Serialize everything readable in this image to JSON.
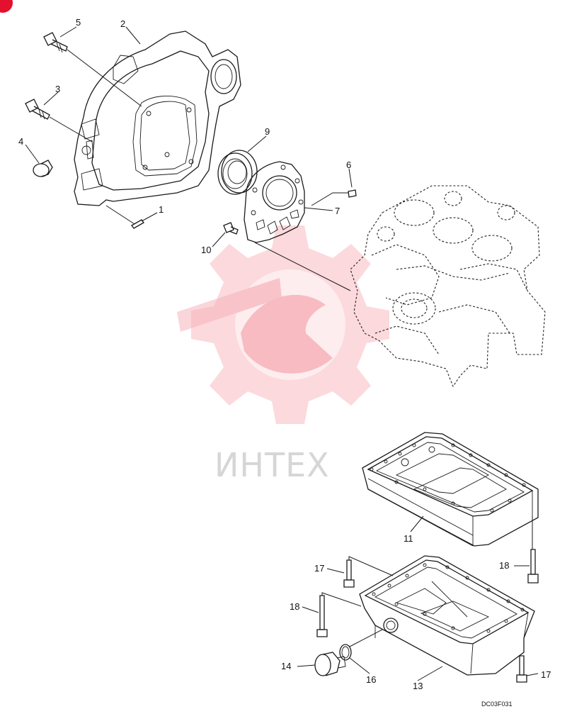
{
  "callouts": {
    "c1": "1",
    "c2": "2",
    "c3": "3",
    "c4": "4",
    "c5": "5",
    "c6": "6",
    "c7": "7",
    "c8": "9",
    "c9": "10",
    "c10": "11",
    "c11": "13",
    "c12": "14",
    "c13": "16",
    "c14": "17",
    "c15": "17",
    "c16": "18",
    "c17": "18"
  },
  "watermark": {
    "text": "ИНТЕХ",
    "color": "#f05060"
  },
  "drawing_code": "DC03F031",
  "corner_badge_color": "#e3102e"
}
